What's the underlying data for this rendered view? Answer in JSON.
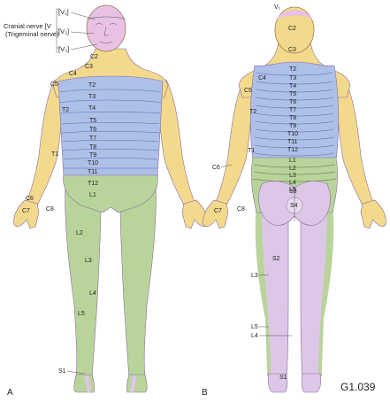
{
  "colors": {
    "cranial": "#e8c1e4",
    "cervical": "#f2d98c",
    "thoracic": "#aebfe8",
    "lumbar": "#b9d49b",
    "sacral": "#ddc7e6",
    "skin_line": "#9b7a55"
  },
  "figure_id": "G1.039",
  "panel_a": {
    "caption": "A",
    "cranial_bracket": {
      "v1": "[V₁]",
      "v2": "[V₂]",
      "v3": "[V₃]",
      "name_line1": "Cranial nerve [V",
      "name_line2": "(Trigeminal nerve)"
    },
    "labels": {
      "c2": "C2",
      "c3": "C3",
      "c4": "C4",
      "c5": "C5",
      "t2_side": "T2",
      "t1": "T1",
      "t2": "T2",
      "t3": "T3",
      "t4": "T4",
      "t5": "T5",
      "t6": "T6",
      "t7": "T7",
      "t8": "T8",
      "t9": "T9",
      "t10": "T10",
      "t11": "T11",
      "t12": "T12",
      "l1": "L1",
      "l2": "L2",
      "l3": "L3",
      "l4": "L4",
      "l5": "L5",
      "c6": "C6",
      "c7": "C7",
      "c8": "C8",
      "s1": "S1"
    }
  },
  "panel_b": {
    "caption": "B",
    "labels": {
      "v1": "V₁",
      "c2": "C2",
      "c3": "C3",
      "c4": "C4",
      "c5": "C5",
      "t1": "T1",
      "t2_side": "T2",
      "t2": "T2",
      "t3": "T3",
      "t4": "T4",
      "t5": "T5",
      "t6": "T6",
      "t7": "T7",
      "t8": "T8",
      "t9": "T9",
      "t10": "T10",
      "t11": "T11",
      "t12": "T12",
      "l1": "L1",
      "l2": "L2",
      "l3": "L3",
      "l4": "L4",
      "l5": "L5",
      "s3": "S3",
      "s4": "S4",
      "s2": "S2",
      "c6": "C6",
      "c7": "C7",
      "c8": "C8",
      "l3_leg": "L3",
      "l5_leg": "L5",
      "l4_leg": "L4",
      "s1": "S1"
    }
  }
}
